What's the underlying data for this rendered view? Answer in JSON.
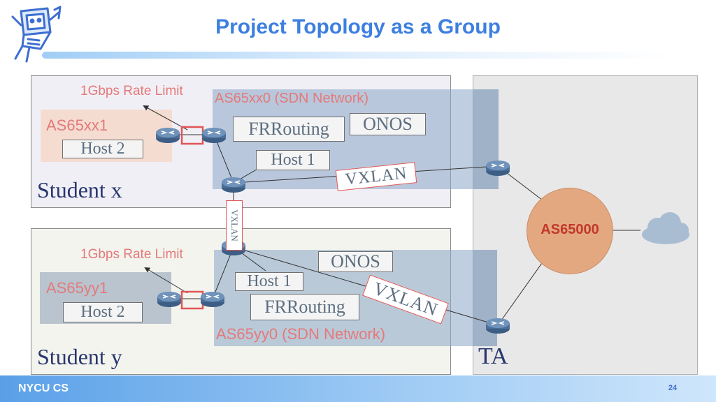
{
  "slide": {
    "title": "Project Topology as a Group",
    "footer": "NYCU CS",
    "page_number": "24"
  },
  "student_x": {
    "label": "Student x",
    "rate_limit": "1Gbps Rate Limit",
    "sdn_network": "AS65xx0 (SDN Network)",
    "as_local": "AS65xx1",
    "host_2": "Host 2",
    "host_1": "Host 1",
    "frrouting": "FRRouting",
    "onos": "ONOS",
    "vxlan": "VXLAN"
  },
  "student_y": {
    "label": "Student y",
    "rate_limit": "1Gbps Rate Limit",
    "sdn_network": "AS65yy0 (SDN Network)",
    "as_local": "AS65yy1",
    "host_2": "Host 2",
    "host_1": "Host 1",
    "frrouting": "FRRouting",
    "onos": "ONOS",
    "vxlan": "VXLAN"
  },
  "inter_student_link": {
    "label": "VXLAN"
  },
  "ta": {
    "label": "TA",
    "as_core": "AS65000"
  },
  "icons": {
    "router": "router-icon",
    "cloud": "cloud-icon",
    "mascot": "mascot-icon"
  },
  "colors": {
    "title": "#3d7fe0",
    "sdn_shade": "#8ba5c6",
    "label_pink": "#e37a7a",
    "vxlan_border": "#e05555",
    "as65000_fill": "#e4a880",
    "router": "#5b7fa8"
  }
}
